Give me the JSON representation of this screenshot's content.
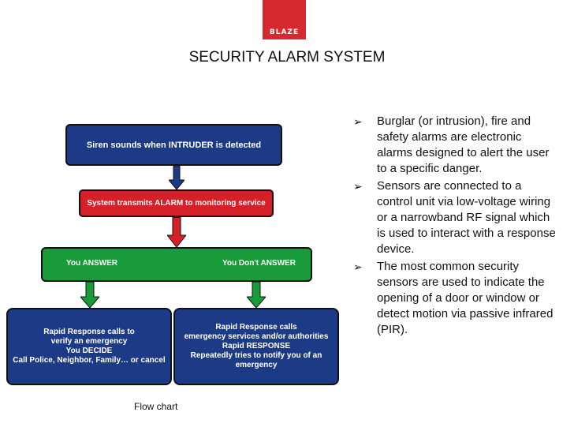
{
  "logo": {
    "text": "BLAZE",
    "color": "#d7282f"
  },
  "title": "SECURITY ALARM SYSTEM",
  "flowchart": {
    "siren": "Siren sounds when INTRUDER is detected",
    "transmit": "System transmits ALARM to monitoring service",
    "answer": "You ANSWER",
    "dont_answer": "You Don't ANSWER",
    "verify_box": {
      "line1": "Rapid Response calls to",
      "line2": "verify an emergency",
      "line3": "You DECIDE",
      "line4": "Call Police, Neighbor, Family… or cancel"
    },
    "response_box": {
      "line1": "Rapid Response calls",
      "line2": "emergency services and/or authorities",
      "line3": "Rapid RESPONSE",
      "line4": "Repeatedly tries to notify you of an emergency"
    },
    "colors": {
      "blue": "#1d3a86",
      "red": "#d52027",
      "green": "#1a9b3a"
    },
    "caption": "Flow chart"
  },
  "bullets": [
    "Burglar (or intrusion), fire and safety alarms are electronic alarms designed to alert the user to a specific danger.",
    "Sensors are connected to a control unit via low-voltage wiring or a narrowband RF signal which is used to interact with a response device.",
    "The most common security sensors are used to indicate the opening of a door or window or detect motion via passive infrared (PIR)."
  ]
}
